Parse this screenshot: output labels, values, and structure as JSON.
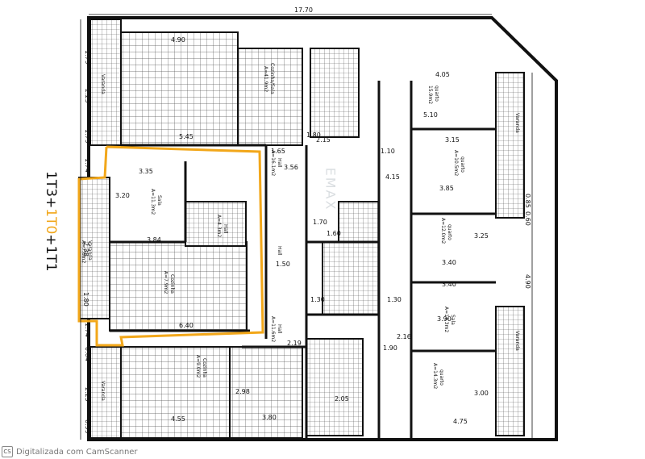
{
  "labels": {
    "apartment_types_prefix": "1T3+",
    "apartment_types_highlight": "1T0",
    "apartment_types_suffix": "+1T1",
    "watermark": "EMAX",
    "footer": "Digitalizada com CamScanner"
  },
  "dimensions": {
    "total_width": "17.70",
    "top_room": "4.90",
    "sala_width": "3.35",
    "cozinha_width": "3.84",
    "lower_width": "6.40",
    "corridor": "5.45",
    "right_top": "4.05",
    "right_mid": "5.10",
    "right_a": "3.15",
    "right_b": "3.85",
    "right_c": "3.40",
    "right_d": "3.40",
    "stair_a": "1.70",
    "stair_b": "1.30",
    "stair_c": "1.30",
    "stair_d": "1.90",
    "bottom_a": "4.55",
    "bottom_b": "3.80",
    "bottom_c": "4.75",
    "bottom_d": "2.05",
    "left_a": "1.79",
    "left_b": "2.25",
    "left_c": "1.79",
    "left_d": "1.74",
    "left_e": "2.38",
    "left_f": "1.80",
    "left_g": "1.74",
    "left_h": "0.64",
    "left_i": "2.25",
    "left_j": "0.99",
    "right_edge_a": "4.90",
    "right_edge_b": "0.85",
    "right_edge_c": "0.60",
    "v1": "3.56",
    "v2": "4.15",
    "v3": "3.25",
    "v4": "3.90",
    "v5": "3.00",
    "v6": "2.98",
    "v7": "1.50",
    "v8": "1.80",
    "v9": "1.10",
    "v10": "2.15",
    "v11": "1.65",
    "v12": "1.60",
    "v13": "2.16",
    "v14": "2.19",
    "v15": "3.20"
  },
  "rooms": {
    "sala_1t0": "Sala",
    "sala_1t0_area": "A=11.3m2",
    "cozinha_1t0": "Cozinha",
    "cozinha_1t0_area": "A=7.9m2",
    "hall_1t0": "Hall",
    "hall_1t0_area": "A=4.3m2",
    "varanda_1t0": "Varanda",
    "varanda_1t0_area": "A=7.6m2",
    "quarto_1": "quarto",
    "quarto_1_area": "15.9m2",
    "quarto_2": "quarto",
    "quarto_2_area": "A=10.5m2",
    "quarto_3": "quarto",
    "quarto_3_area": "A=12.0m2",
    "sala_r": "Sala",
    "sala_r_area": "A=13.3m2",
    "quarto_4": "quarto",
    "quarto_4_area": "A=14.3m2",
    "cozinha_top": "Cozinha/Sala",
    "cozinha_top_area": "A=41.9m2",
    "cozinha_bottom": "Cozinha",
    "cozinha_bottom_area": "A=9.0m2",
    "hall_top": "Hall",
    "hall_top_area": "A=16.1m2",
    "hall_mid": "Hall",
    "hall_bottom": "Hall",
    "hall_bottom_area": "A=11.6m2",
    "varanda_tl": "Varanda",
    "varanda_bl": "Varanda",
    "varanda_tr": "Varanda",
    "varanda_br": "Varanda"
  }
}
